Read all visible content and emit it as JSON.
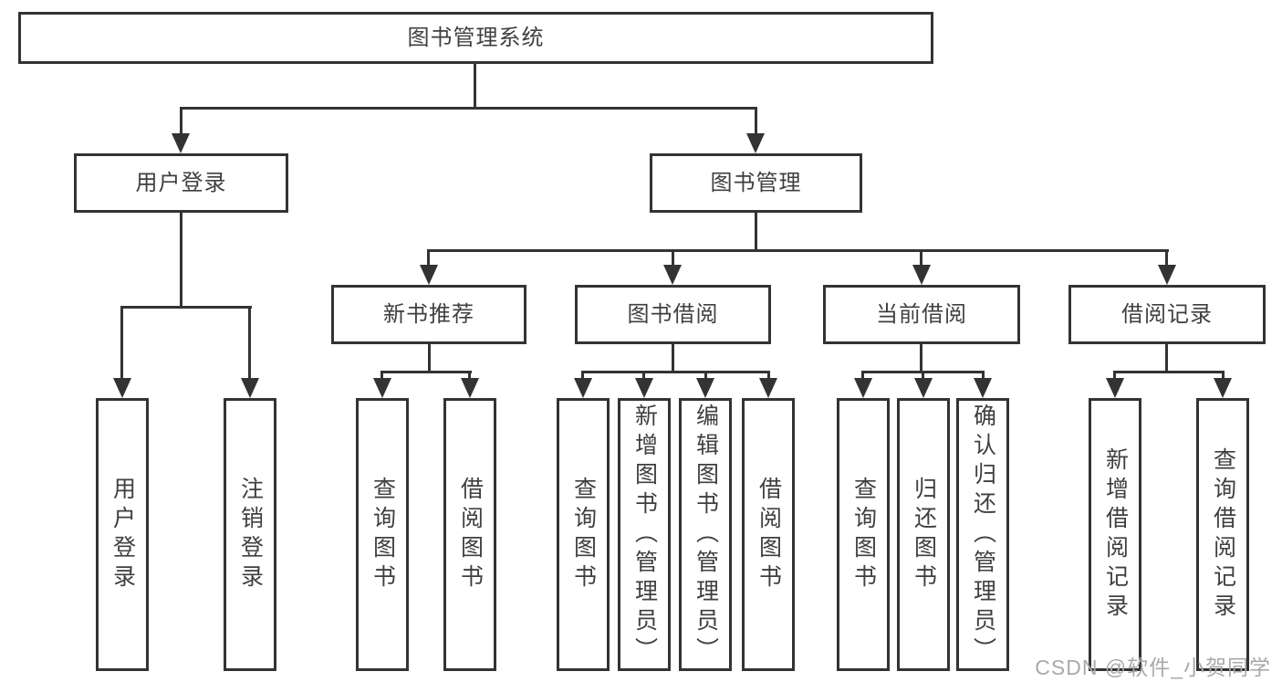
{
  "diagram": {
    "title": "图书管理系统",
    "watermark": "CSDN @软件_小贺同学",
    "colors": {
      "line": "#333333",
      "text": "#3f3f3f",
      "watermark": "#a9a9a9",
      "background": "#ffffff"
    },
    "tree": {
      "label": "图书管理系统",
      "children": [
        {
          "label": "用户登录",
          "children": [
            {
              "label": "用户登录"
            },
            {
              "label": "注销登录"
            }
          ]
        },
        {
          "label": "图书管理",
          "children": [
            {
              "label": "新书推荐",
              "children": [
                {
                  "label": "查询图书"
                },
                {
                  "label": "借阅图书"
                }
              ]
            },
            {
              "label": "图书借阅",
              "children": [
                {
                  "label": "查询图书"
                },
                {
                  "label": "新增图书（管理员）"
                },
                {
                  "label": "编辑图书（管理员）"
                },
                {
                  "label": "借阅图书"
                }
              ]
            },
            {
              "label": "当前借阅",
              "children": [
                {
                  "label": "查询图书"
                },
                {
                  "label": "归还图书"
                },
                {
                  "label": "确认归还（管理员）"
                }
              ]
            },
            {
              "label": "借阅记录",
              "children": [
                {
                  "label": "新增借阅记录"
                },
                {
                  "label": "查询借阅记录"
                }
              ]
            }
          ]
        }
      ]
    }
  }
}
